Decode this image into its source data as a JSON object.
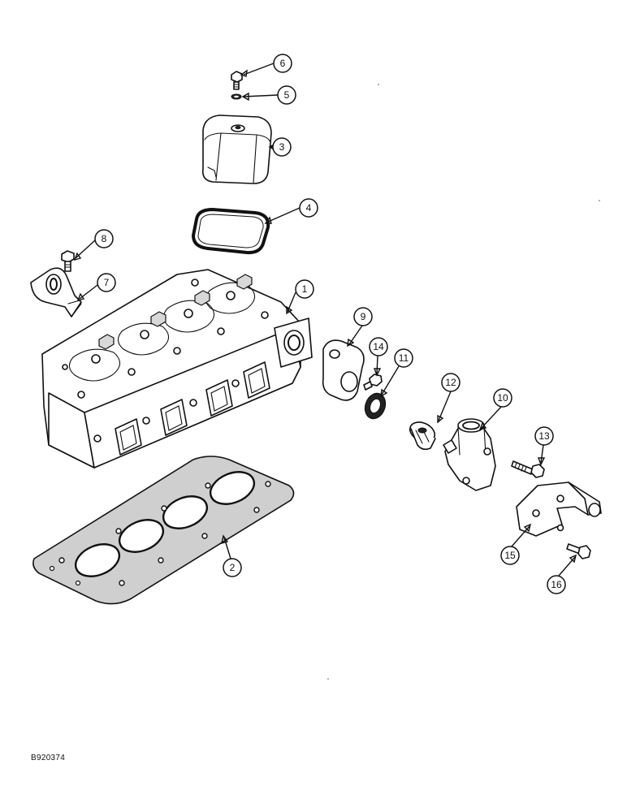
{
  "callouts": [
    {
      "id": "1",
      "label": "1"
    },
    {
      "id": "2",
      "label": "2"
    },
    {
      "id": "3",
      "label": "3"
    },
    {
      "id": "4",
      "label": "4"
    },
    {
      "id": "5",
      "label": "5"
    },
    {
      "id": "6",
      "label": "6"
    },
    {
      "id": "7",
      "label": "7"
    },
    {
      "id": "8",
      "label": "8"
    },
    {
      "id": "9",
      "label": "9"
    },
    {
      "id": "10",
      "label": "10"
    },
    {
      "id": "11",
      "label": "11"
    },
    {
      "id": "12",
      "label": "12"
    },
    {
      "id": "13",
      "label": "13"
    },
    {
      "id": "14",
      "label": "14"
    },
    {
      "id": "15",
      "label": "15"
    },
    {
      "id": "16",
      "label": "16"
    }
  ],
  "figure_code": "B920374"
}
